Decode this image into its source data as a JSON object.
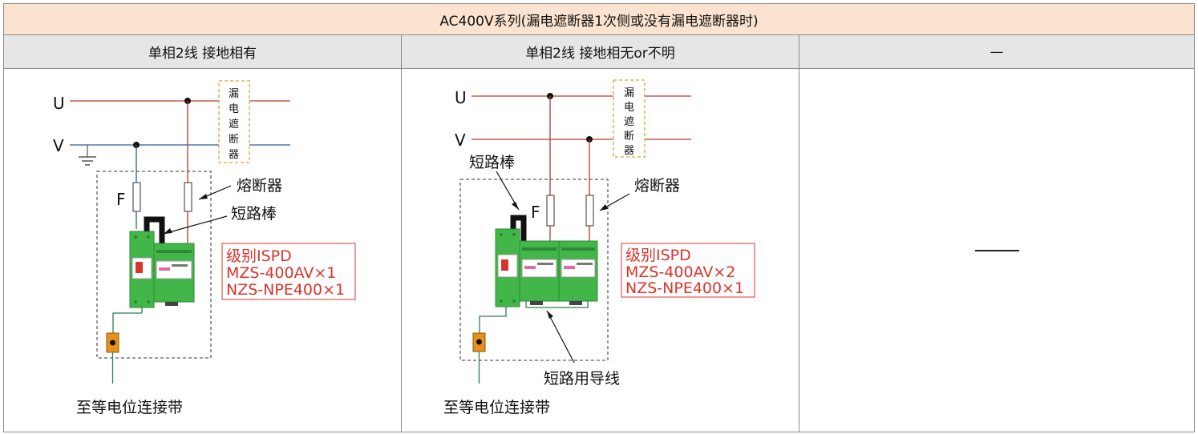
{
  "title": "AC400V系列(漏电遮断器1次侧或没有漏电遮断器时)",
  "columns": [
    "单相2线 接地相有",
    "单相2线 接地相无or不明",
    "—"
  ],
  "diagram1": {
    "u": "U",
    "v": "V",
    "breaker_chars": [
      "漏",
      "电",
      "遮",
      "断",
      "器"
    ],
    "fuse_label": "F",
    "fuse_callout": "熔断器",
    "shorting_bar": "短路棒",
    "spec_lines": [
      "级别ISPD",
      "MZS-400AV×1",
      "NZS-NPE400×1"
    ],
    "ground": "至等电位连接带"
  },
  "diagram2": {
    "u": "U",
    "v": "V",
    "breaker_chars": [
      "漏",
      "电",
      "遮",
      "断",
      "器"
    ],
    "fuse_label": "F",
    "fuse_callout": "熔断器",
    "shorting_bar": "短路棒",
    "spec_lines": [
      "级别ISPD",
      "MZS-400AV×2",
      "NZS-NPE400×1"
    ],
    "short_wire": "短路用导线",
    "ground": "至等电位连接带"
  },
  "colors": {
    "header_bg": "#fbe3cf",
    "column_header_bg": "#e6e6e6",
    "phase_u_line": "#c0392b",
    "phase_v_line": "#2e5d8f",
    "spd_green": "#43b649",
    "spec_text": "#d9342b",
    "breaker_border": "#e0a030",
    "terminal": "#e8901a"
  }
}
